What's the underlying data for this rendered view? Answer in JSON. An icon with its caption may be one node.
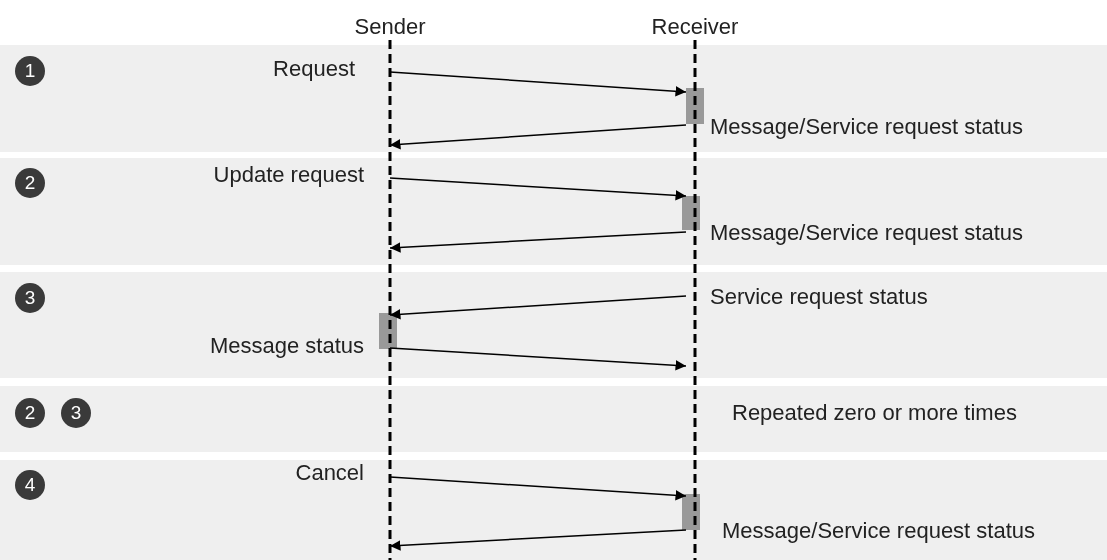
{
  "diagram": {
    "nodes": [
      {
        "text": [
          "Sender"
        ]
      },
      {
        "text": [
          "Receiver"
        ]
      }
    ],
    "edges": [
      {
        "from": 0,
        "to": 1,
        "arrow": "to",
        "label": "Request"
      },
      {
        "from": 1,
        "to": 0,
        "arrow": "to",
        "label": "Message/Service request status"
      },
      {
        "from": 0,
        "to": 1,
        "arrow": "to",
        "label": "Update request"
      },
      {
        "from": 1,
        "to": 0,
        "arrow": "to",
        "label": "Message/Service request status"
      },
      {
        "from": 1,
        "to": 0,
        "arrow": "to",
        "label": "Service request status"
      },
      {
        "from": 0,
        "to": 1,
        "arrow": "to",
        "label": "Message status"
      },
      {
        "from": 0,
        "to": 1,
        "arrow": "to",
        "label": "Cancel"
      },
      {
        "from": 1,
        "to": 0,
        "arrow": "to",
        "label": "Message/Service request status"
      }
    ],
    "labels": [
      "1",
      "2",
      "3",
      "2",
      "3",
      "Repeated zero or more times",
      "4"
    ]
  }
}
